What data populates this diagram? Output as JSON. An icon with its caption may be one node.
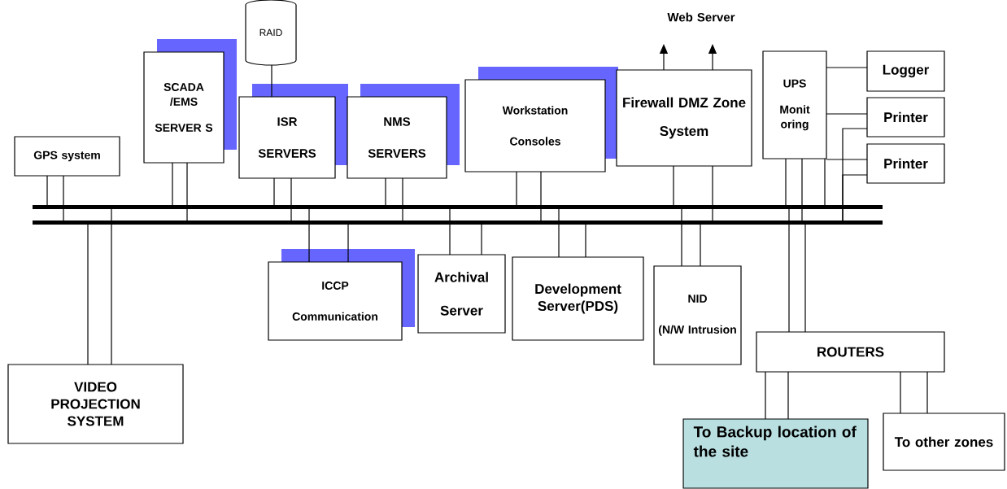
{
  "diagram": {
    "nodes": [
      {
        "text": [],
        "shape": "bar"
      },
      {
        "text": [],
        "shape": "bar"
      },
      {
        "text": [
          "GPS system"
        ]
      },
      {
        "text": [
          "SCADA /EMS",
          "SERVER S"
        ]
      },
      {
        "text": [
          "RAID"
        ]
      },
      {
        "text": [
          "ISR",
          "SERVERS"
        ]
      },
      {
        "text": [
          "NMS",
          "SERVERS"
        ]
      },
      {
        "text": [
          "Workstation",
          "Consoles"
        ]
      },
      {
        "text": [
          "Firewall DMZ Zone",
          "System"
        ]
      },
      {
        "text": [
          "Web Server"
        ]
      },
      {
        "text": [
          "UPS",
          "Monit oring"
        ]
      },
      {
        "text": [
          "Logger"
        ]
      },
      {
        "text": [
          "Printer"
        ]
      },
      {
        "text": [
          "Printer"
        ]
      },
      {
        "text": [
          "ICCP",
          "Communication"
        ]
      },
      {
        "text": [
          "Archival",
          "Server"
        ]
      },
      {
        "text": [
          "Development Server(PDS)"
        ]
      },
      {
        "text": [
          "NID",
          "(N/W Intrusion"
        ]
      },
      {
        "text": [
          "ROUTERS"
        ]
      },
      {
        "text": [
          "VIDEO PROJECTION SYSTEM"
        ]
      },
      {
        "text": [
          "To Backup location of the site"
        ]
      },
      {
        "text": [
          "To other zones"
        ]
      }
    ],
    "edges": [
      {
        "from": 2,
        "to": 0,
        "arrow": "none"
      },
      {
        "from": 2,
        "to": 1,
        "arrow": "none"
      },
      {
        "from": 3,
        "to": 0,
        "arrow": "none"
      },
      {
        "from": 3,
        "to": 1,
        "arrow": "none"
      },
      {
        "from": 4,
        "to": 5,
        "arrow": "none"
      },
      {
        "from": 5,
        "to": 0,
        "arrow": "none"
      },
      {
        "from": 5,
        "to": 1,
        "arrow": "none"
      },
      {
        "from": 6,
        "to": 0,
        "arrow": "none"
      },
      {
        "from": 6,
        "to": 1,
        "arrow": "none"
      },
      {
        "from": 7,
        "to": 0,
        "arrow": "none"
      },
      {
        "from": 7,
        "to": 1,
        "arrow": "none"
      },
      {
        "from": 8,
        "to": 0,
        "arrow": "none"
      },
      {
        "from": 8,
        "to": 1,
        "arrow": "none"
      },
      {
        "from": 8,
        "to": 9,
        "arrow": "to"
      },
      {
        "from": 8,
        "to": 9,
        "arrow": "to"
      },
      {
        "from": 10,
        "to": 0,
        "arrow": "none"
      },
      {
        "from": 10,
        "to": 1,
        "arrow": "none"
      },
      {
        "from": 10,
        "to": 11,
        "arrow": "none"
      },
      {
        "from": 10,
        "to": 12,
        "arrow": "none"
      },
      {
        "from": 10,
        "to": 13,
        "arrow": "none"
      },
      {
        "from": 10,
        "to": 0,
        "arrow": "none"
      },
      {
        "from": 12,
        "to": 1,
        "arrow": "none"
      },
      {
        "from": 13,
        "to": 1,
        "arrow": "none"
      },
      {
        "from": 19,
        "to": 1,
        "arrow": "none"
      },
      {
        "from": 19,
        "to": 0,
        "arrow": "none"
      },
      {
        "from": 14,
        "to": 0,
        "arrow": "none"
      },
      {
        "from": 14,
        "to": 1,
        "arrow": "none"
      },
      {
        "from": 15,
        "to": 0,
        "arrow": "none"
      },
      {
        "from": 15,
        "to": 1,
        "arrow": "none"
      },
      {
        "from": 16,
        "to": 0,
        "arrow": "none"
      },
      {
        "from": 16,
        "to": 1,
        "arrow": "none"
      },
      {
        "from": 17,
        "to": 0,
        "arrow": "none"
      },
      {
        "from": 17,
        "to": 1,
        "arrow": "none"
      },
      {
        "from": 18,
        "to": 0,
        "arrow": "none"
      },
      {
        "from": 18,
        "to": 1,
        "arrow": "none"
      },
      {
        "from": 18,
        "to": 20,
        "arrow": "none"
      },
      {
        "from": 18,
        "to": 20,
        "arrow": "none"
      },
      {
        "from": 18,
        "to": 21,
        "arrow": "none"
      },
      {
        "from": 18,
        "to": 21,
        "arrow": "none"
      }
    ]
  }
}
